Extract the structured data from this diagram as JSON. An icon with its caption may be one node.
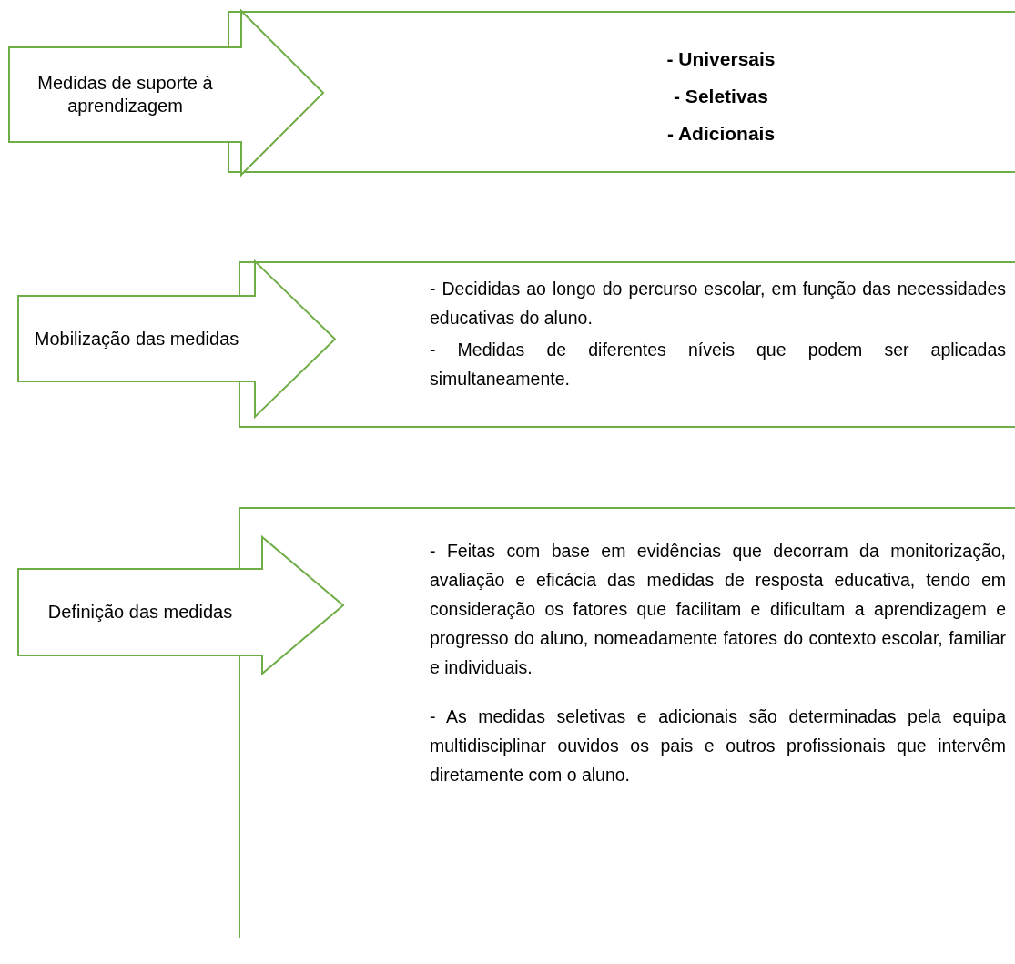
{
  "diagram": {
    "nodes": [
      {
        "text": [
          "Medidas de suporte à aprendizagem"
        ]
      },
      {
        "text": [
          "- Universais",
          "- Seletivas",
          "- Adicionais"
        ]
      },
      {
        "text": [
          "Mobilização das medidas"
        ]
      },
      {
        "text": [
          "- Decididas ao longo do percurso escolar, em função das necessidades educativas do aluno.",
          "- Medidas de diferentes níveis que podem ser aplicadas simultaneamente."
        ]
      },
      {
        "text": [
          "Definição das medidas"
        ]
      },
      {
        "text": [
          "- Feitas com base em evidências que decorram da monitorização, avaliação e eficácia das medidas de resposta educativa, tendo em consideração os fatores que facilitam e dificultam a aprendizagem e progresso do aluno, nomeadamente fatores do contexto escolar, familiar e individuais.",
          "- As medidas seletivas e adicionais são determinadas pela equipa multidisciplinar ouvidos os pais e outros profissionais que intervêm diretamente com o aluno."
        ]
      }
    ]
  }
}
